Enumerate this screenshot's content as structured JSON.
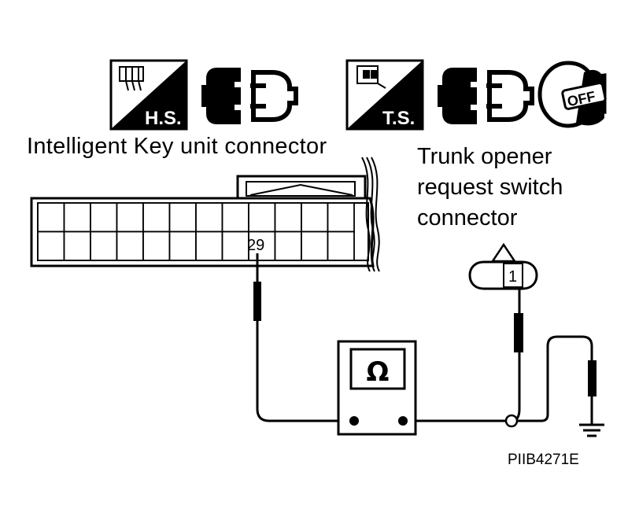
{
  "badges": {
    "hs": "H.S.",
    "ts": "T.S.",
    "ignition": "OFF"
  },
  "connectors": {
    "left_title": "Intelligent Key unit connector",
    "left_pin": "29",
    "right_title_lines": [
      "Trunk opener",
      "request switch",
      "connector"
    ],
    "right_pin": "1"
  },
  "meter": {
    "symbol": "Ω"
  },
  "footer": {
    "ref": "PIIB4271E"
  }
}
